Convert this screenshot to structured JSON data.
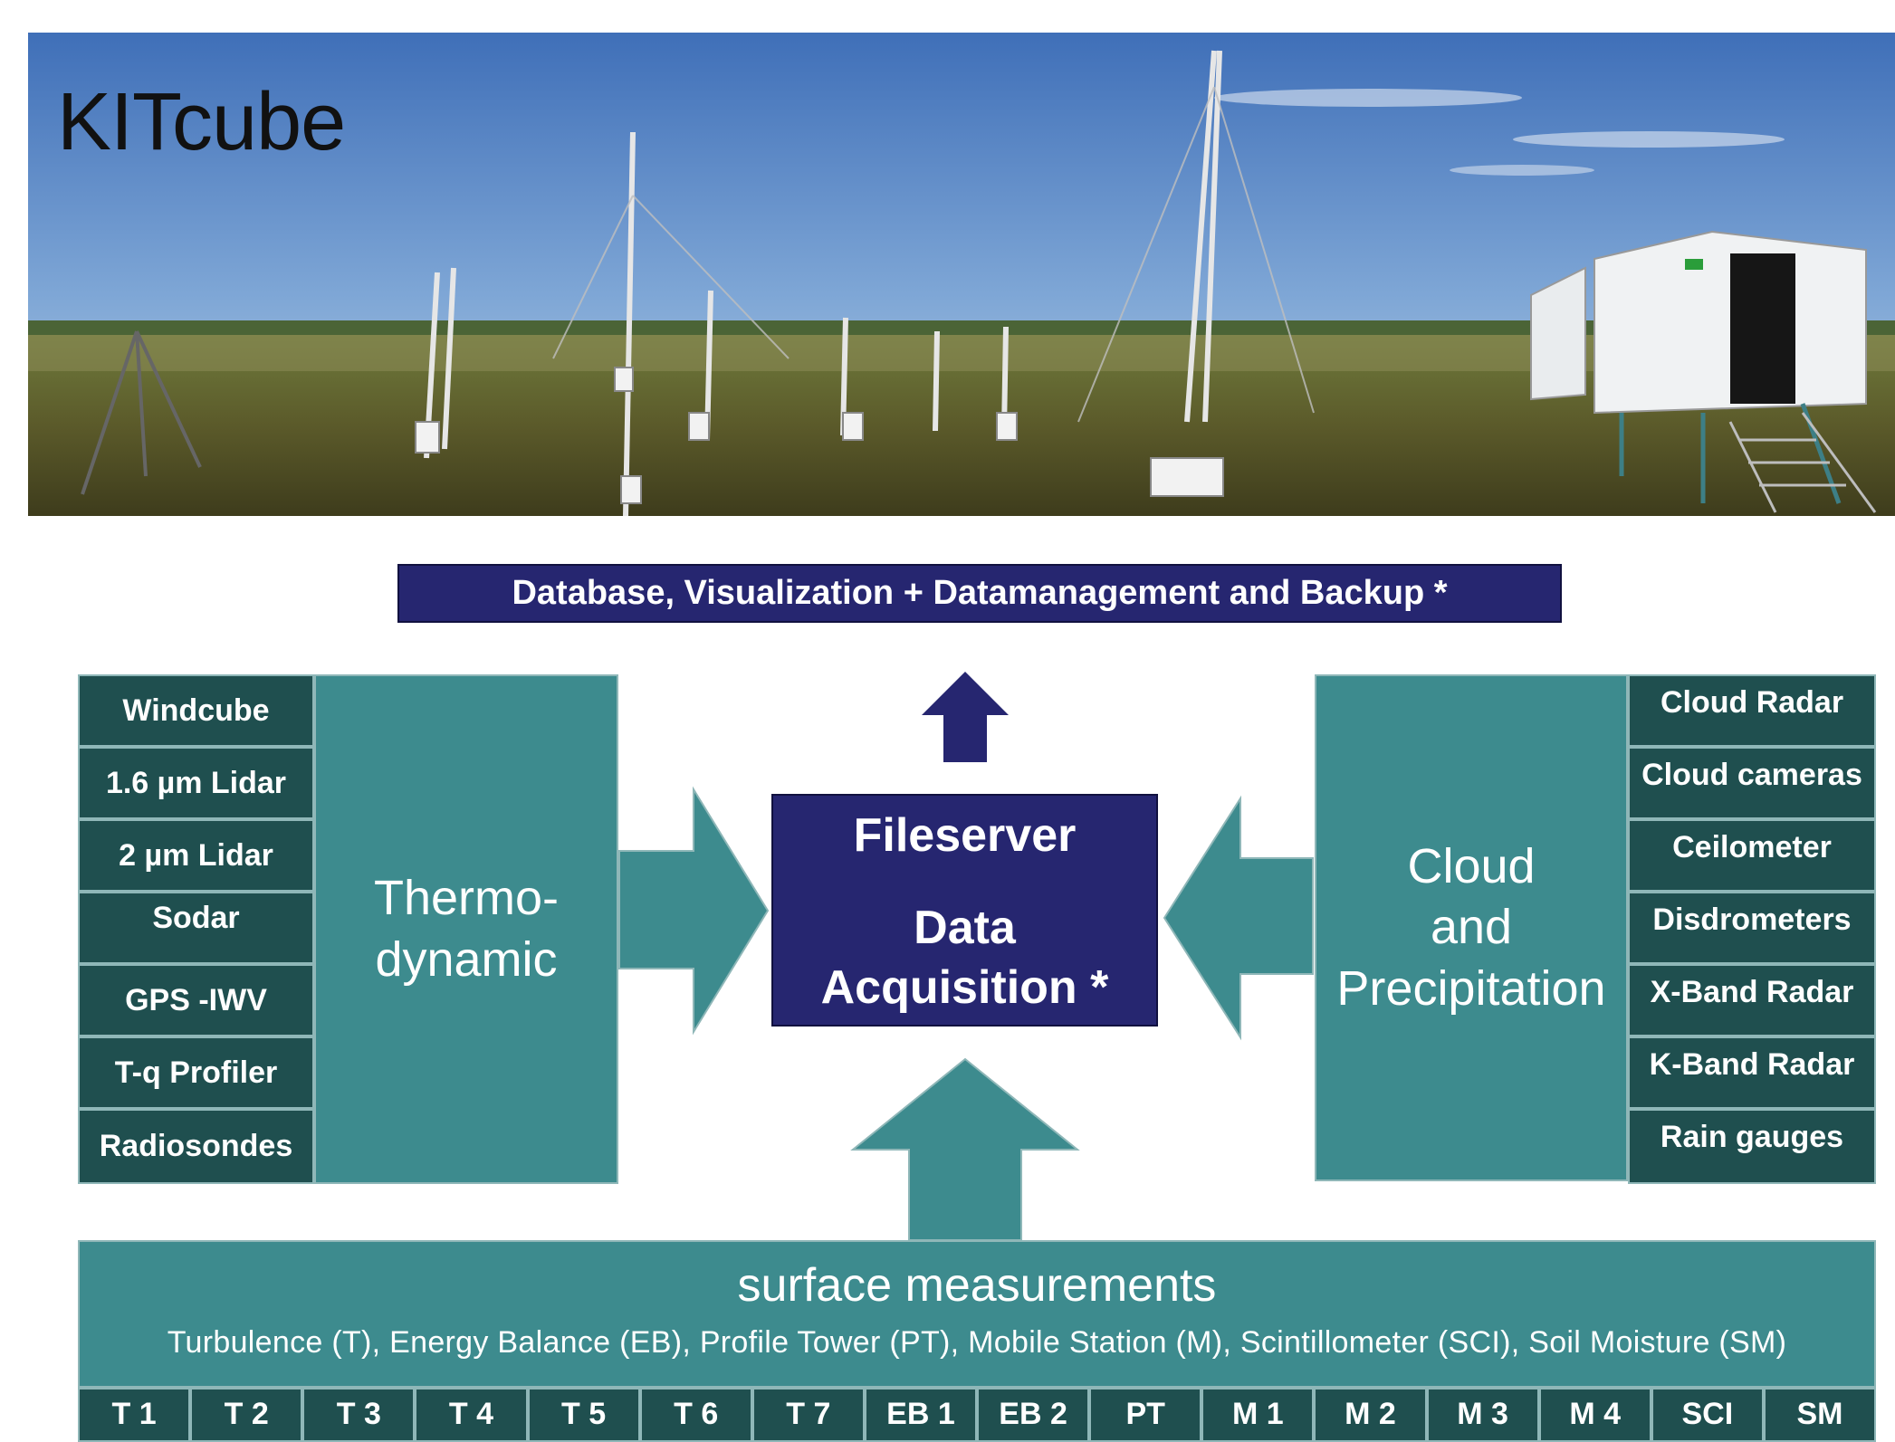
{
  "photo": {
    "title": "KITcube"
  },
  "banner": {
    "text": "Database, Visualization + Datamanagement and Backup *"
  },
  "left_list": [
    "Windcube",
    "1.6 µm Lidar",
    "2 µm Lidar",
    "Sodar",
    "GPS -IWV",
    "T-q Profiler",
    "Radiosondes"
  ],
  "left_block": {
    "line1": "Thermo-",
    "line2": "dynamic"
  },
  "center": {
    "line1": "Fileserver",
    "line2": "Data",
    "line3": "Acquisition  *"
  },
  "right_block": {
    "line1": "Cloud",
    "line2": "and",
    "line3": "Precipitation"
  },
  "right_list": [
    "Cloud Radar",
    "Cloud cameras",
    "Ceilometer",
    "Disdrometers",
    "X-Band Radar",
    "K-Band Radar",
    "Rain gauges"
  ],
  "surface": {
    "title": "surface measurements",
    "subtitle": "Turbulence (T), Energy  Balance (EB),  Profile Tower (PT), Mobile Station (M), Scintillometer (SCI),  Soil Moisture (SM)",
    "stations": [
      "T 1",
      "T 2",
      "T 3",
      "T 4",
      "T 5",
      "T 6",
      "T 7",
      "EB 1",
      "EB 2",
      "PT",
      "M 1",
      "M 2",
      "M 3",
      "M 4",
      "SCI",
      "SM"
    ]
  },
  "colors": {
    "navy": "#262670",
    "teal": "#3d8b8e",
    "dark_teal": "#1f4f4f"
  }
}
